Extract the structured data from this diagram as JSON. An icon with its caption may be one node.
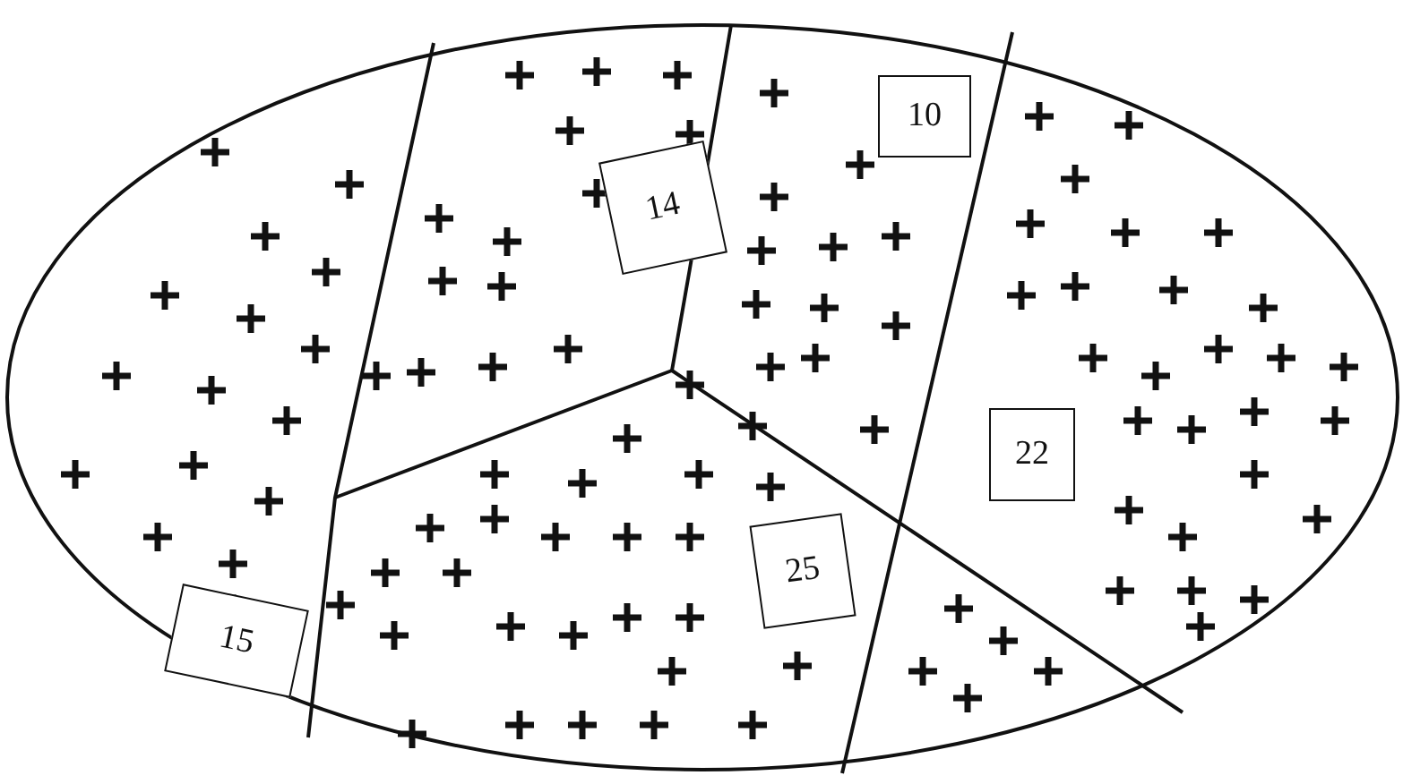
{
  "diagram": {
    "nodes": [
      {
        "text": [
          "10"
        ]
      },
      {
        "text": [
          "14"
        ]
      },
      {
        "text": [
          "22"
        ]
      },
      {
        "text": [
          "25"
        ]
      },
      {
        "text": [
          "15"
        ]
      }
    ]
  }
}
